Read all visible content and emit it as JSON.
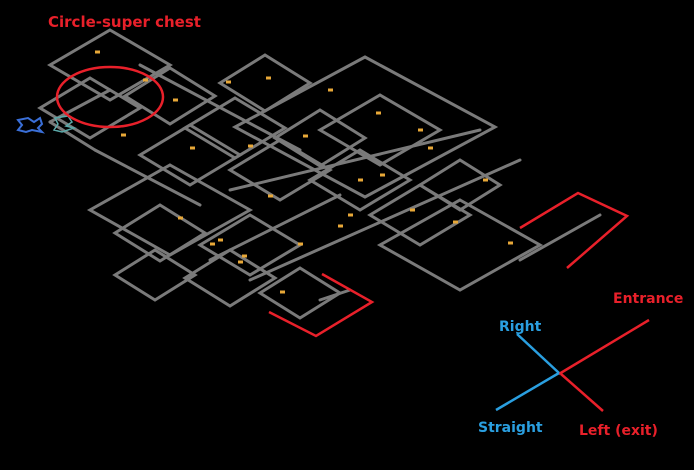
{
  "title": "Circle-super chest",
  "legend": {
    "entrance": "Entrance",
    "right": "Right",
    "straight": "Straight",
    "left_exit": "Left (exit)"
  },
  "colors": {
    "background": "#000000",
    "wall": "#7a7a7a",
    "door": "#e8a838",
    "annotation_red": "#e8202a",
    "annotation_blue": "#2a9fe0",
    "portal_blue": "#3a6fd8",
    "portal_teal": "#5aa8a8"
  }
}
